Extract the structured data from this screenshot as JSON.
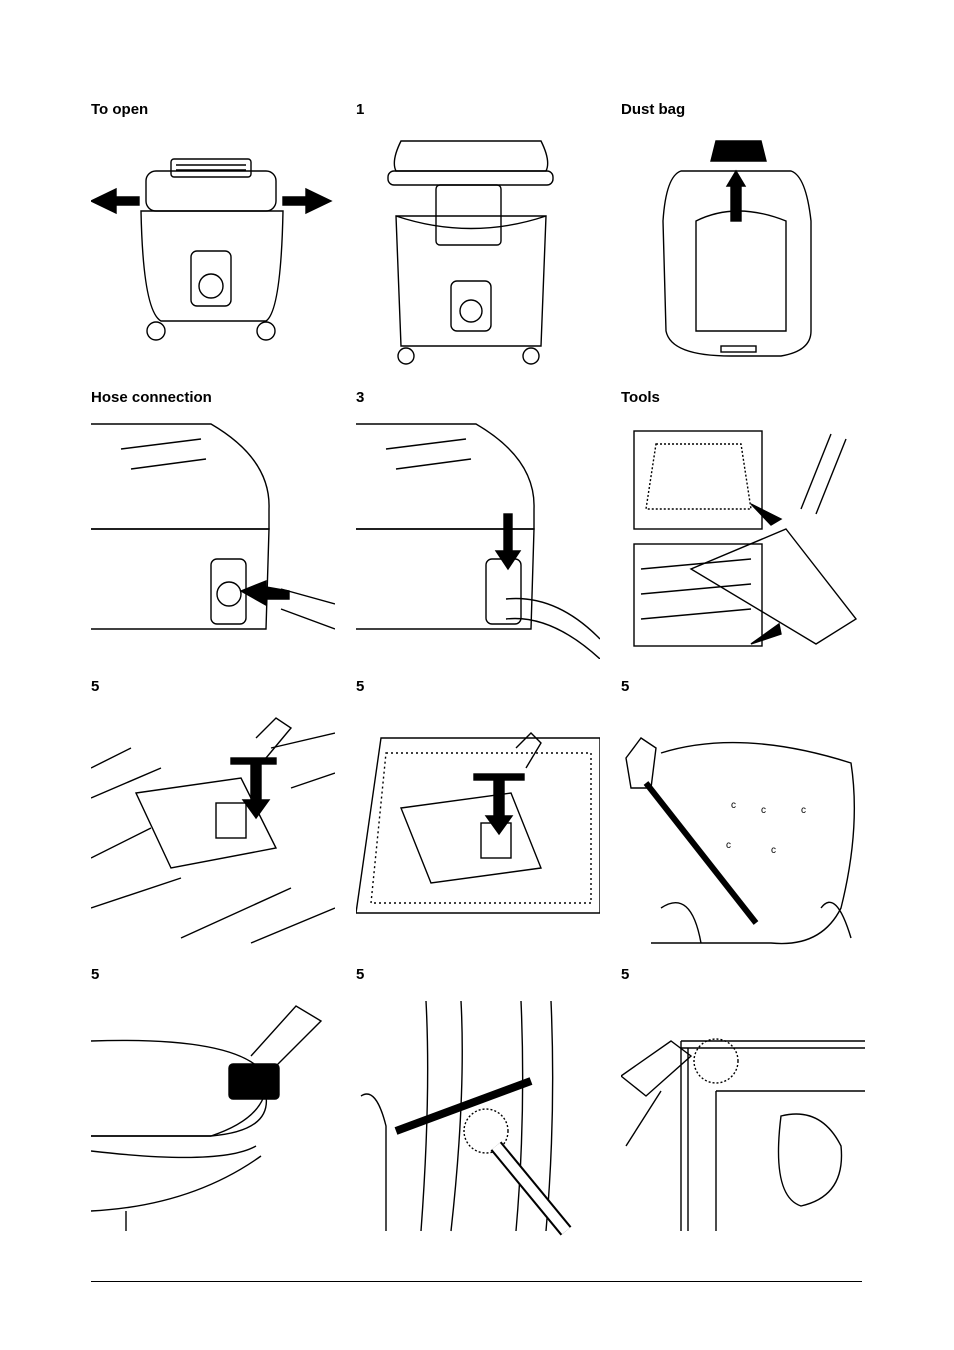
{
  "panels": [
    {
      "caption": "To open"
    },
    {
      "caption": "1"
    },
    {
      "caption": "Dust bag"
    },
    {
      "caption": "Hose connection"
    },
    {
      "caption": "3"
    },
    {
      "caption": "Tools"
    },
    {
      "caption": "5"
    },
    {
      "caption": "5"
    },
    {
      "caption": "5"
    },
    {
      "caption": "5"
    },
    {
      "caption": "5"
    },
    {
      "caption": "5"
    }
  ]
}
